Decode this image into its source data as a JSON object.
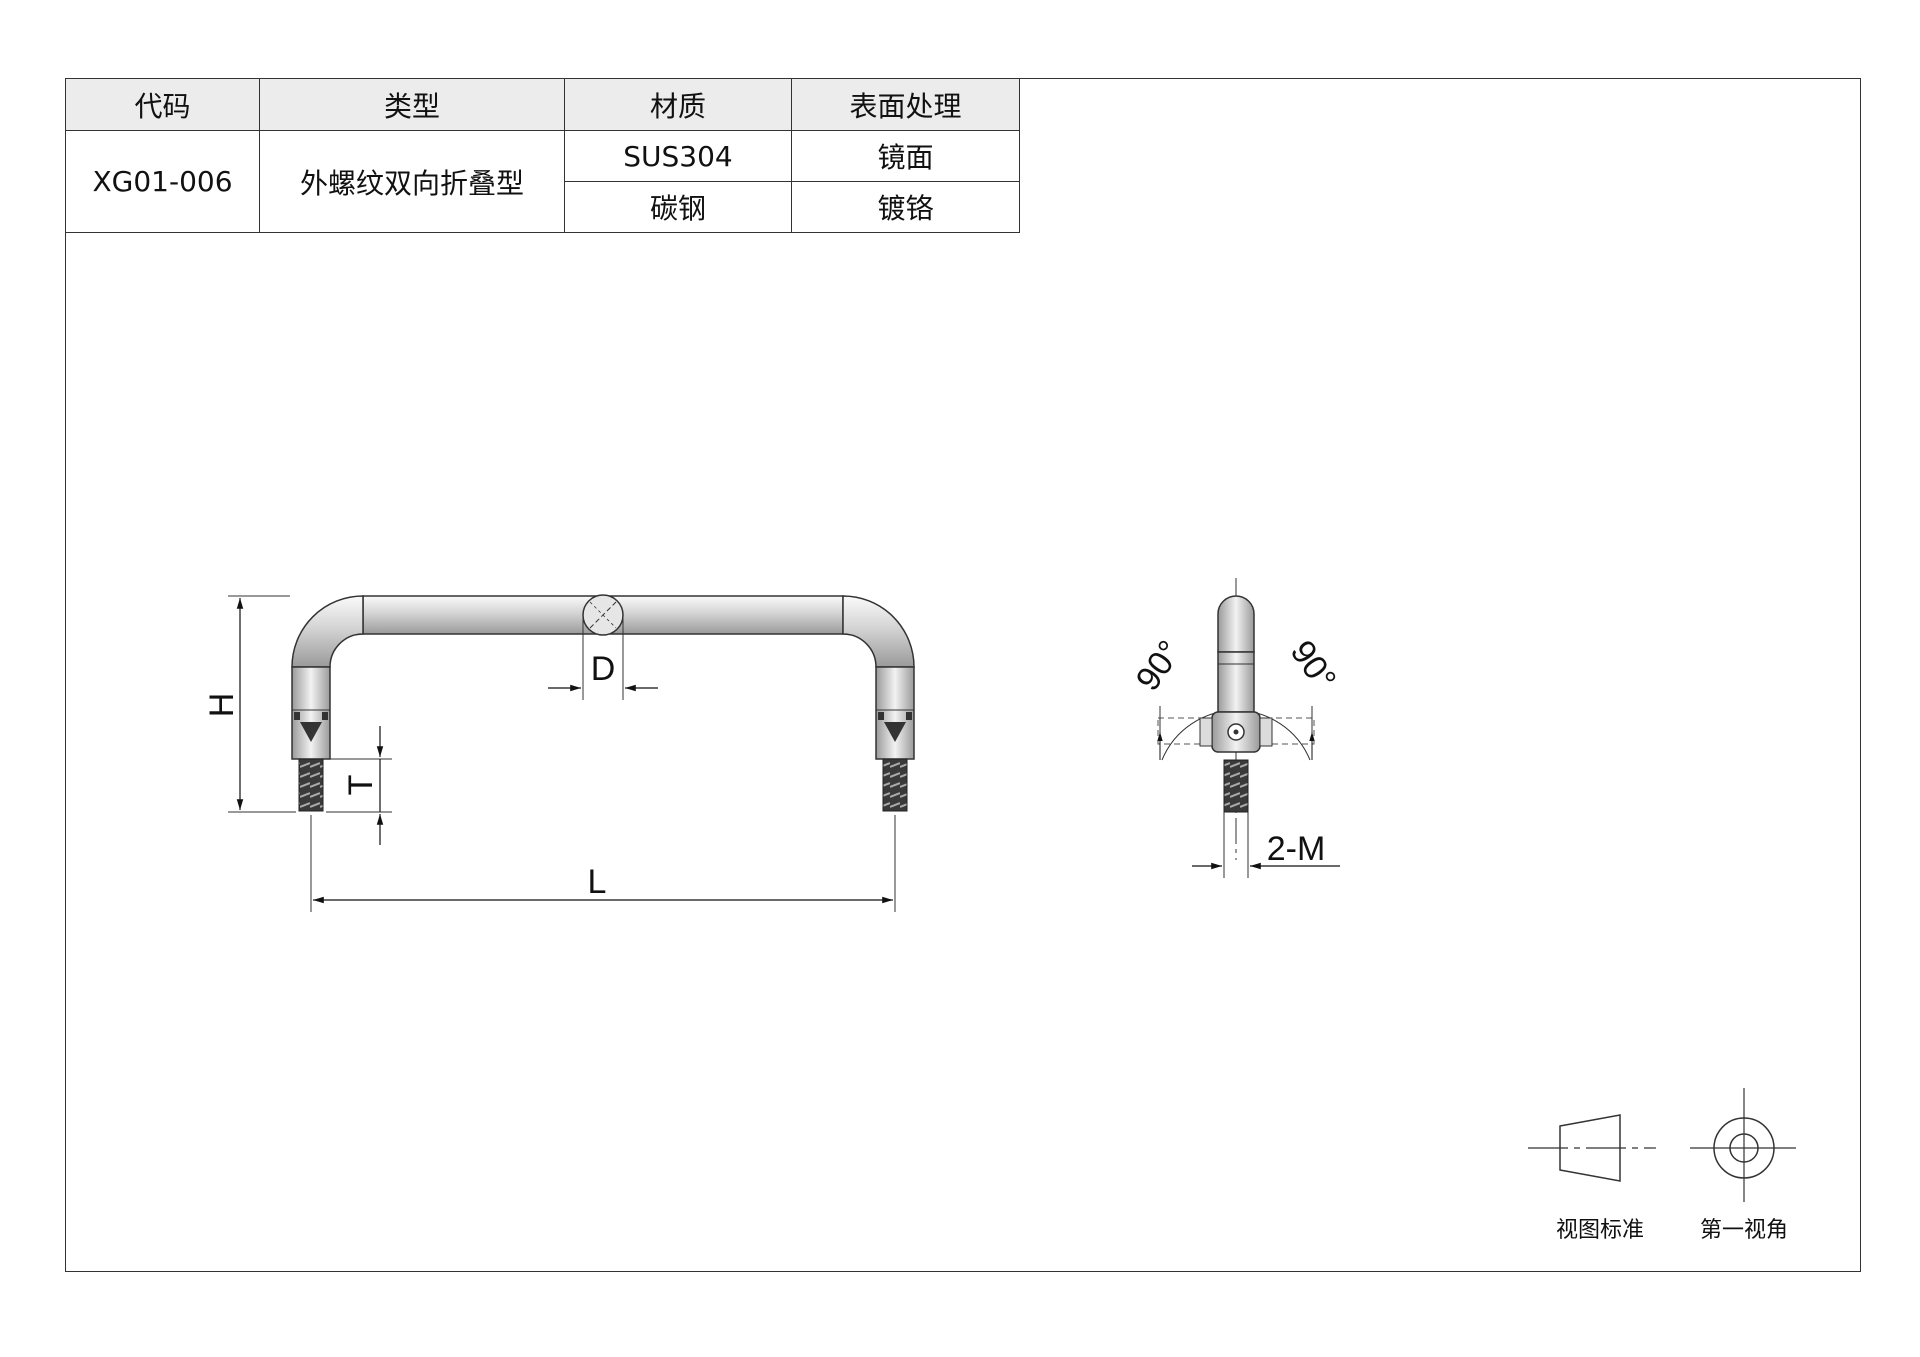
{
  "table": {
    "headers": [
      "代码",
      "类型",
      "材质",
      "表面处理"
    ],
    "code": "XG01-006",
    "type": "外螺纹双向折叠型",
    "rows": [
      {
        "material": "SUS304",
        "finish": "镜面"
      },
      {
        "material": "碳钢",
        "finish": "镀铬"
      }
    ]
  },
  "dimensions": {
    "H": "H",
    "T": "T",
    "D": "D",
    "L": "L",
    "M": "2-M",
    "angle_left": "90°",
    "angle_right": "90°"
  },
  "legend": {
    "view_standard": "视图标准",
    "first_angle": "第一视角"
  }
}
